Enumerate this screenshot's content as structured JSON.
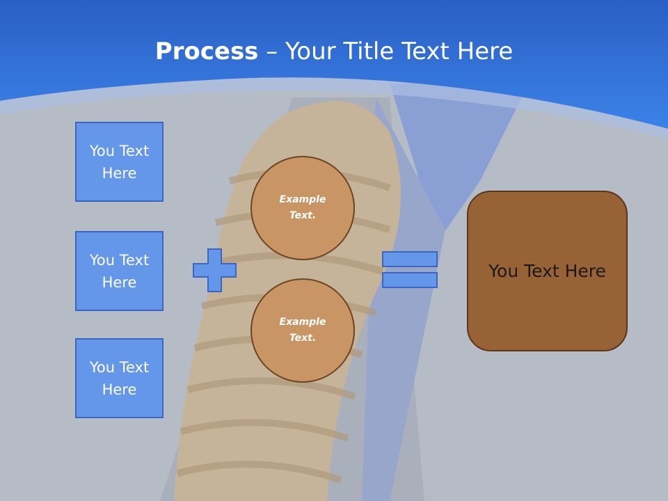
{
  "slide": {
    "title_bold": "Process",
    "title_rest": " – Your Title Text Here",
    "left_boxes": [
      "You Text Here",
      "You Text Here",
      "You Text Here"
    ],
    "circles": [
      "Example Text.",
      "Example Text."
    ],
    "result": "You Text Here"
  },
  "colors": {
    "header_blue": "#2f6fd8",
    "box_fill": "#6496ea",
    "circle_fill": "#c99565",
    "result_fill": "#976236"
  }
}
